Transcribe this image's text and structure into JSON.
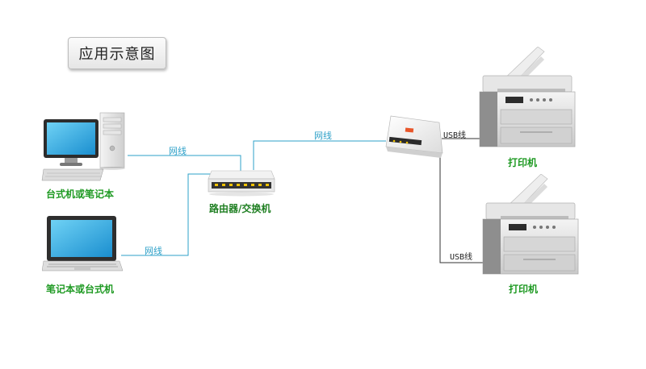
{
  "title": "应用示意图",
  "devices": {
    "desktop": {
      "label": "台式机或笔记本"
    },
    "laptop": {
      "label": "笔记本或台式机"
    },
    "router": {
      "label": "路由器/交换机"
    },
    "printer_top": {
      "label": "打印机"
    },
    "printer_bottom": {
      "label": "打印机"
    }
  },
  "links": {
    "desktop_router": "网线",
    "laptop_router": "网线",
    "router_server": "网线",
    "server_printer_top": "USB线",
    "server_printer_bottom": "USB线"
  },
  "colors": {
    "network_line": "#2da0c8",
    "usb_line": "#333333",
    "label_green": "#1f9a23"
  }
}
